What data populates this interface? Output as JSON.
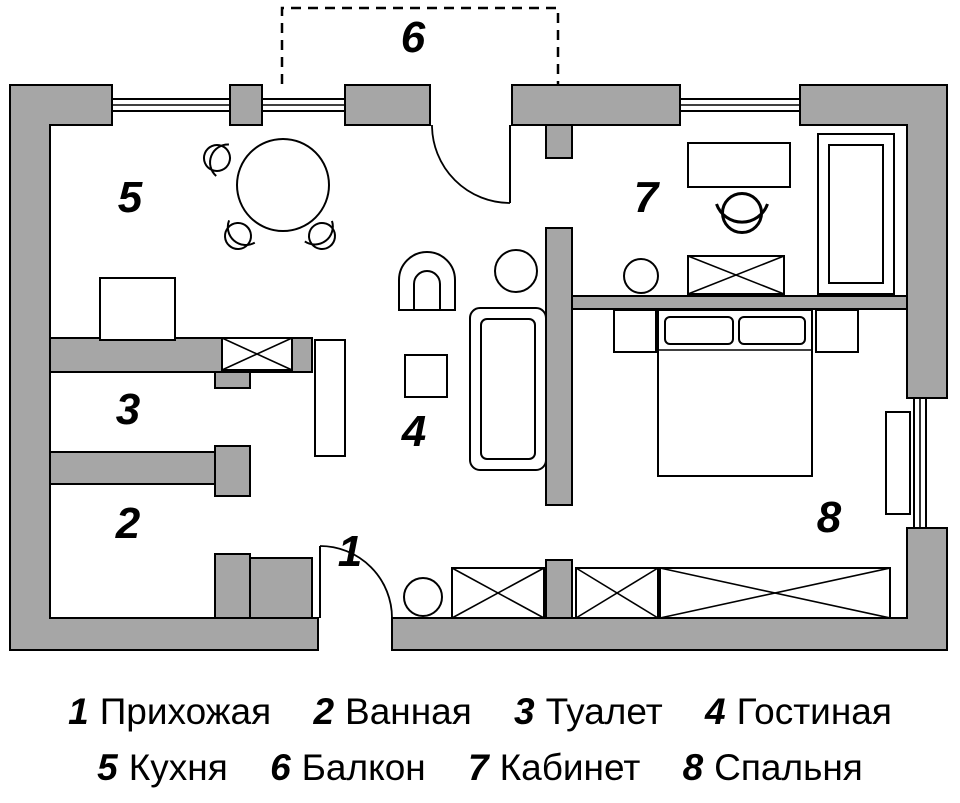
{
  "colors": {
    "wall": "#a6a6a6",
    "line": "#000000",
    "background": "#ffffff"
  },
  "rooms": [
    {
      "number": "1",
      "name": "Прихожая"
    },
    {
      "number": "2",
      "name": "Ванная"
    },
    {
      "number": "3",
      "name": "Туалет"
    },
    {
      "number": "4",
      "name": "Гостиная"
    },
    {
      "number": "5",
      "name": "Кухня"
    },
    {
      "number": "6",
      "name": "Балкон"
    },
    {
      "number": "7",
      "name": "Кабинет"
    },
    {
      "number": "8",
      "name": "Спальня"
    }
  ],
  "legend": {
    "rows": [
      {
        "items": [
          {
            "number": "1",
            "name": "Прихожая"
          },
          {
            "number": "2",
            "name": "Ванная"
          },
          {
            "number": "3",
            "name": "Туалет"
          },
          {
            "number": "4",
            "name": "Гостиная"
          }
        ]
      },
      {
        "items": [
          {
            "number": "5",
            "name": "Кухня"
          },
          {
            "number": "6",
            "name": "Балкон"
          },
          {
            "number": "7",
            "name": "Кабинет"
          },
          {
            "number": "8",
            "name": "Спальня"
          }
        ]
      }
    ]
  }
}
